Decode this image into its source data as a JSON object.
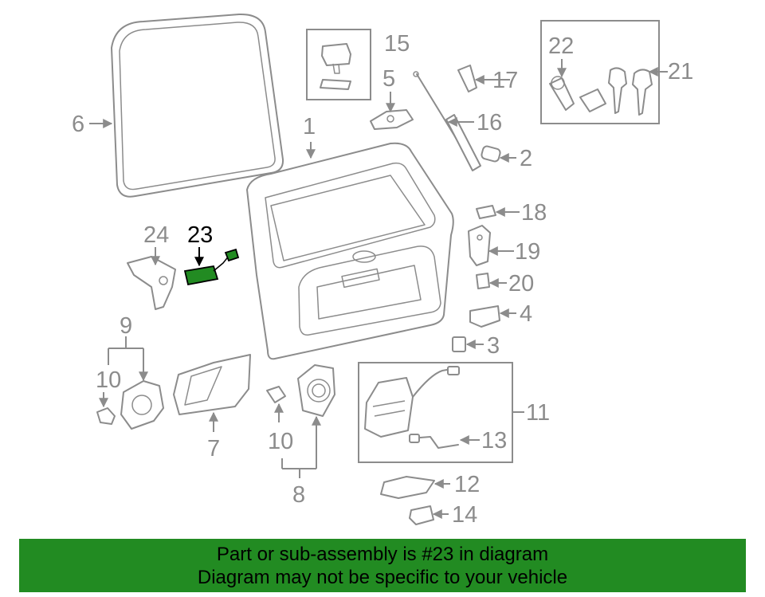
{
  "diagram": {
    "highlighted_part": "23",
    "callouts": {
      "c1": "1",
      "c2": "2",
      "c3": "3",
      "c4": "4",
      "c5": "5",
      "c6": "6",
      "c7": "7",
      "c8": "8",
      "c9": "9",
      "c10a": "10",
      "c10b": "10",
      "c11": "11",
      "c12": "12",
      "c13": "13",
      "c14": "14",
      "c15": "15",
      "c16": "16",
      "c17": "17",
      "c18": "18",
      "c19": "19",
      "c20": "20",
      "c21": "21",
      "c22": "22",
      "c23": "23",
      "c24": "24"
    },
    "colors": {
      "highlight": "#228b22",
      "line": "#8c8c8c",
      "active_label": "#000000"
    }
  },
  "banner": {
    "line1": "Part or sub-assembly is #23 in diagram",
    "line2": "Diagram may not be specific to your vehicle",
    "background": "#228b22"
  }
}
